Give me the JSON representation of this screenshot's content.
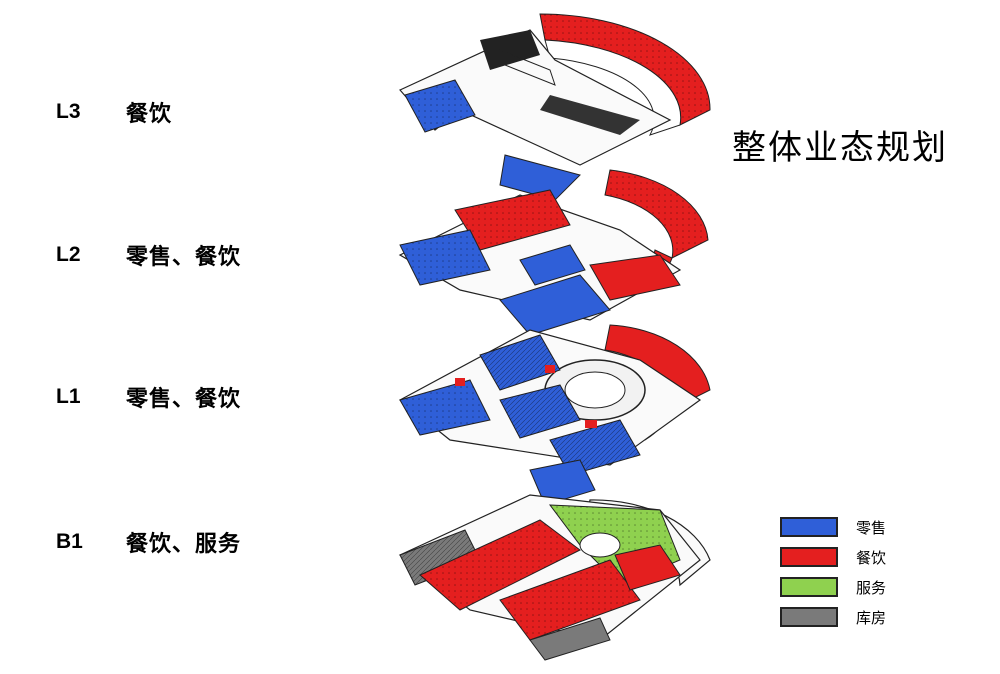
{
  "title": "整体业态规划",
  "floors": [
    {
      "code": "L3",
      "use": "餐饮"
    },
    {
      "code": "L2",
      "use": "零售、餐饮"
    },
    {
      "code": "L1",
      "use": "零售、餐饮"
    },
    {
      "code": "B1",
      "use": "餐饮、服务"
    }
  ],
  "legend": [
    {
      "label": "零售",
      "color": "#2f5fd8"
    },
    {
      "label": "餐饮",
      "color": "#e41f1f"
    },
    {
      "label": "服务",
      "color": "#8fd14f"
    },
    {
      "label": "库房",
      "color": "#7a7a7a"
    }
  ]
}
